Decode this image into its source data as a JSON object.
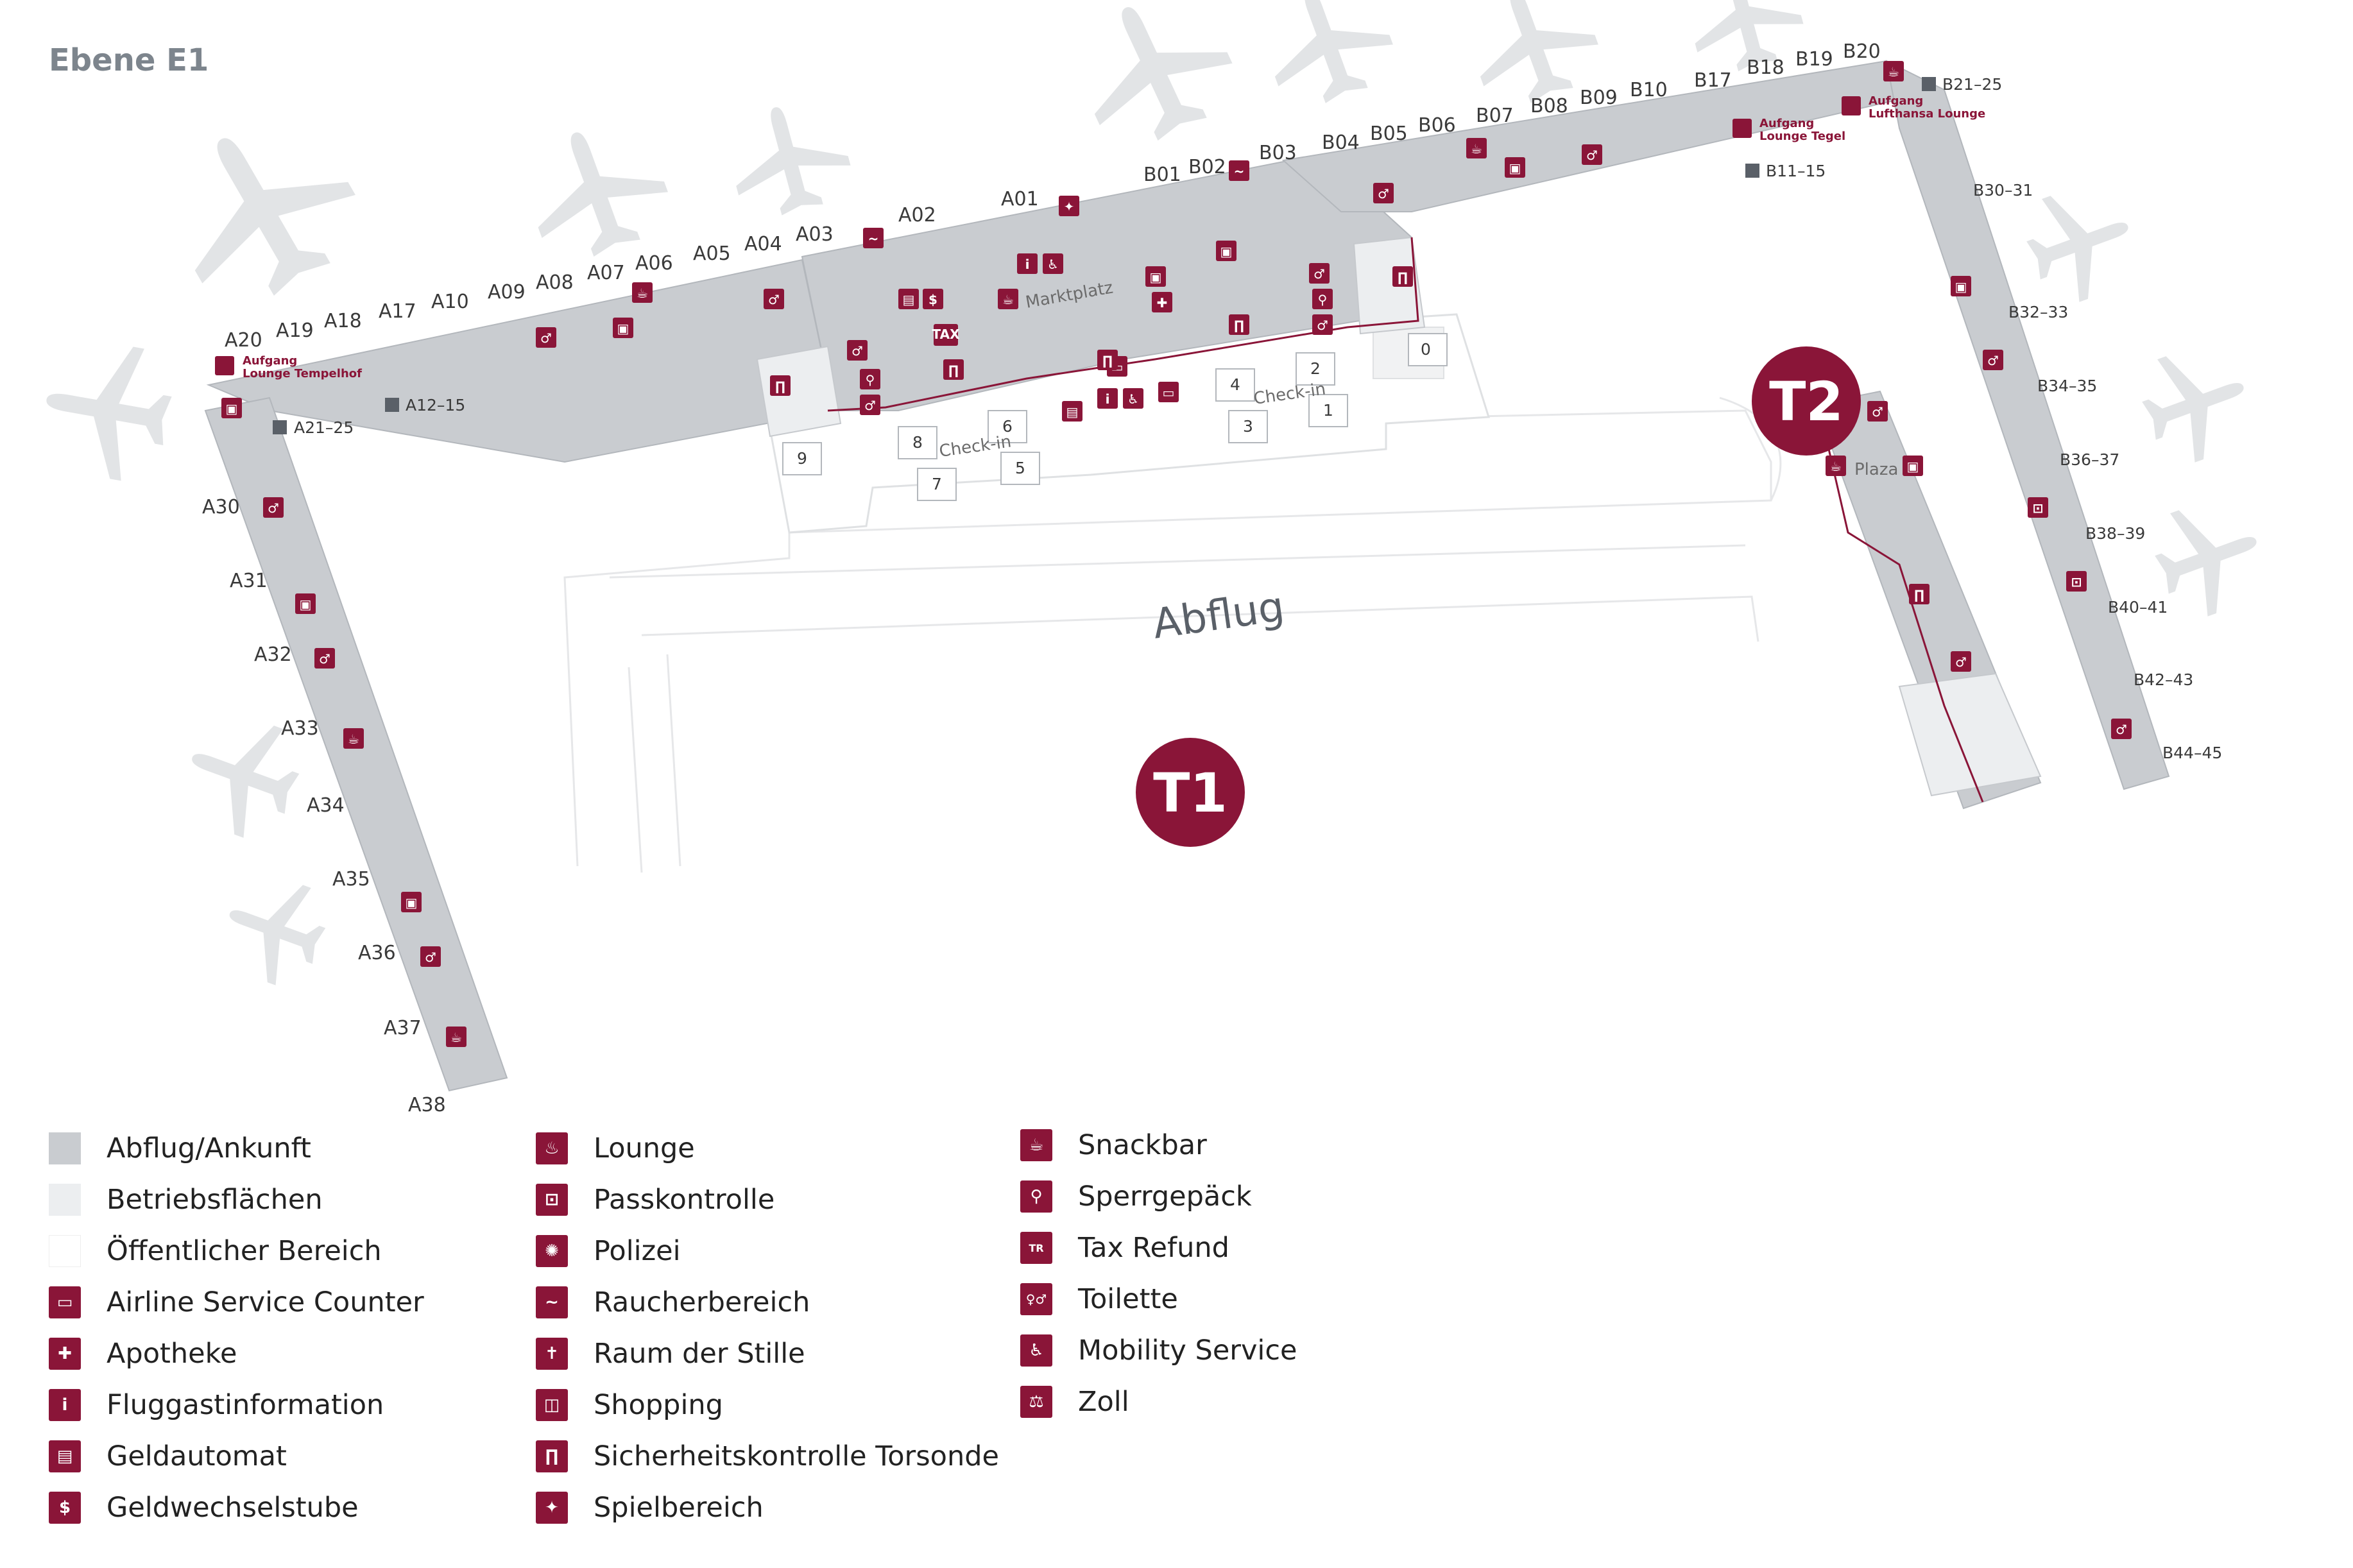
{
  "level_title": "Ebene E1",
  "map": {
    "main_label": "Abflug",
    "place_marktplatz": "Marktplatz",
    "place_plaza": "Plaza",
    "checkin_label_1": "Check-in",
    "checkin_label_2": "Check-in",
    "terminal_1": "T1",
    "terminal_2": "T2",
    "counters": [
      "0",
      "1",
      "2",
      "3",
      "4",
      "5",
      "6",
      "7",
      "8",
      "9"
    ],
    "gates_a_top": [
      "A20",
      "A19",
      "A18",
      "A17",
      "A10",
      "A09",
      "A08",
      "A07",
      "A06",
      "A05",
      "A04",
      "A03",
      "A02",
      "A01"
    ],
    "gates_a_pier": [
      "A30",
      "A31",
      "A32",
      "A33",
      "A34",
      "A35",
      "A36",
      "A37",
      "A38"
    ],
    "gates_b_top": [
      "B01",
      "B02",
      "B03",
      "B04",
      "B05",
      "B06",
      "B07",
      "B08",
      "B09",
      "B10",
      "B17",
      "B18",
      "B19",
      "B20"
    ],
    "gates_b_pier": [
      "B30–31",
      "B32–33",
      "B34–35",
      "B36–37",
      "B38–39",
      "B40–41",
      "B42–43",
      "B44–45"
    ],
    "bus_gates": [
      "A21–25",
      "A12–15",
      "B11–15",
      "B21–25"
    ],
    "lounge_tempelhof": [
      "Aufgang",
      "Lounge Tempelhof"
    ],
    "lounge_tegel": [
      "Aufgang",
      "Lounge Tegel"
    ],
    "lounge_lufthansa": [
      "Aufgang",
      "Lufthansa Lounge"
    ]
  },
  "legend": {
    "col1": [
      {
        "label": "Abflug/Ankunft",
        "swatch": "#c9ccd0"
      },
      {
        "label": "Betriebsflächen",
        "swatch": "#eceef0"
      },
      {
        "label": "Öffentlicher Bereich",
        "swatch": "#ffffff"
      },
      {
        "label": "Airline Service Counter",
        "icon": "airline-counter-icon",
        "glyph": "▭"
      },
      {
        "label": "Apotheke",
        "icon": "pharmacy-icon",
        "glyph": "✚"
      },
      {
        "label": "Fluggastinformation",
        "icon": "information-icon",
        "glyph": "i"
      },
      {
        "label": "Geldautomat",
        "icon": "atm-icon",
        "glyph": "▤"
      },
      {
        "label": "Geldwechselstube",
        "icon": "currency-exchange-icon",
        "glyph": "$"
      }
    ],
    "col2": [
      {
        "label": "Lounge",
        "icon": "lounge-icon",
        "glyph": "♨"
      },
      {
        "label": "Passkontrolle",
        "icon": "passport-control-icon",
        "glyph": "⊡"
      },
      {
        "label": "Polizei",
        "icon": "police-icon",
        "glyph": "✺"
      },
      {
        "label": "Raucherbereich",
        "icon": "smoking-area-icon",
        "glyph": "~"
      },
      {
        "label": "Raum der Stille",
        "icon": "prayer-room-icon",
        "glyph": "✝"
      },
      {
        "label": "Shopping",
        "icon": "shopping-icon",
        "glyph": "◫"
      },
      {
        "label": "Sicherheitskontrolle Torsonde",
        "icon": "security-check-icon",
        "glyph": "∏"
      },
      {
        "label": "Spielbereich",
        "icon": "play-area-icon",
        "glyph": "✦"
      }
    ],
    "col3": [
      {
        "label": "Snackbar",
        "icon": "snackbar-icon",
        "glyph": "☕"
      },
      {
        "label": "Sperrgepäck",
        "icon": "bulky-baggage-icon",
        "glyph": "⚲"
      },
      {
        "label": "Tax Refund",
        "icon": "tax-refund-icon",
        "glyph": "TR"
      },
      {
        "label": "Toilette",
        "icon": "toilet-icon",
        "glyph": "♀♂"
      },
      {
        "label": "Mobility Service",
        "icon": "mobility-service-icon",
        "glyph": "♿"
      },
      {
        "label": "Zoll",
        "icon": "customs-icon",
        "glyph": "⚖"
      }
    ]
  },
  "colors": {
    "accent": "#8a1538",
    "airside": "#c9ccd0",
    "operational": "#eceef0",
    "airplane": "#e2e4e6"
  }
}
